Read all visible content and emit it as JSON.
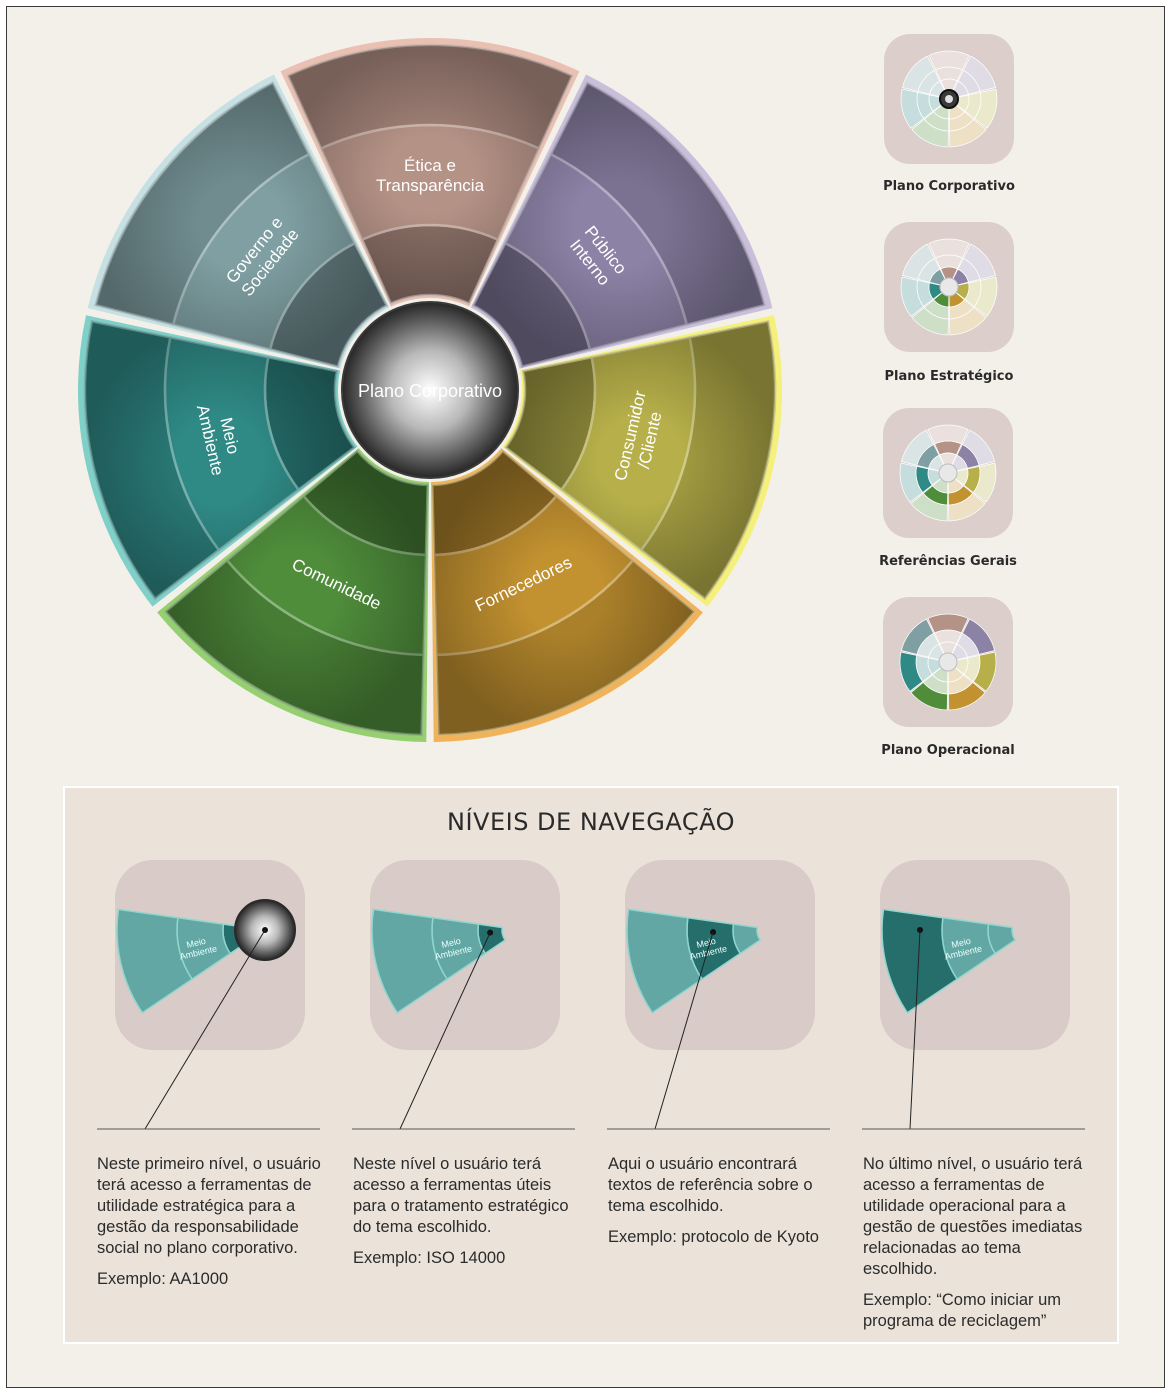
{
  "wheel": {
    "center": "Plano Corporativo",
    "segments": [
      {
        "id": "etica",
        "lines": [
          "Ética e",
          "Transparência"
        ],
        "color": "#b59286",
        "border": "#e9c0b1"
      },
      {
        "id": "publico",
        "lines": [
          "Público",
          "Interno"
        ],
        "color": "#8c82a6",
        "border": "#c9bfdb"
      },
      {
        "id": "consumidor",
        "lines": [
          "Consumidor",
          "/Cliente"
        ],
        "color": "#b7b04a",
        "border": "#f5f07a"
      },
      {
        "id": "fornecedores",
        "lines": [
          "Fornecedores"
        ],
        "color": "#c29130",
        "border": "#f0b35a"
      },
      {
        "id": "comunidade",
        "lines": [
          "Comunidade"
        ],
        "color": "#4f8d3b",
        "border": "#96cf6f"
      },
      {
        "id": "meio",
        "lines": [
          "Meio",
          "Ambiente"
        ],
        "color": "#2f8a86",
        "border": "#7fd0c8"
      },
      {
        "id": "governo",
        "lines": [
          "Governo e",
          "Sociedade"
        ],
        "color": "#7f9fa2",
        "border": "#c6e0e3"
      }
    ]
  },
  "levels": [
    {
      "label": "Plano Corporativo",
      "highlight": "center"
    },
    {
      "label": "Plano Estratégico",
      "highlight": "ring1"
    },
    {
      "label": "Referências Gerais",
      "highlight": "ring2"
    },
    {
      "label": "Plano Operacional",
      "highlight": "ring3"
    }
  ],
  "navigation": {
    "title": "NÍVEIS DE NAVEGAÇÃO",
    "card_label": "Meio Ambiente",
    "items": [
      {
        "text": "Neste primeiro nível, o usuário terá acesso a ferramentas de utilidade estratégica para a gestão da responsabilidade social no plano corporativo.",
        "example": "Exemplo: AA1000"
      },
      {
        "text": "Neste nível o usuário terá acesso a ferramentas úteis para o tratamento estratégico do tema escolhido.",
        "example": "Exemplo: ISO 14000"
      },
      {
        "text": "Aqui o usuário encontrará textos de referência sobre o tema escolhido.",
        "example": "Exemplo: protocolo de Kyoto"
      },
      {
        "text": "No último nível, o usuário terá acesso a ferramentas de utilidade operacional para a gestão de questões imediatas relacionadas ao tema escolhido.",
        "example": "Exemplo: “Como iniciar um programa de reciclagem”"
      }
    ]
  }
}
